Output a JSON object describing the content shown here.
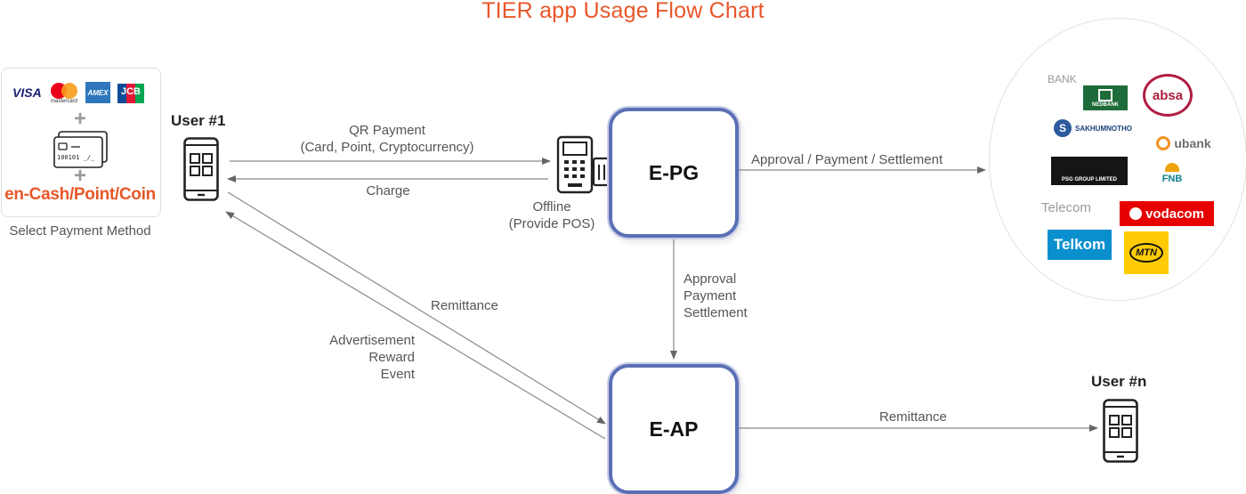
{
  "title": "TIER app Usage Flow Chart",
  "payment_panel": {
    "brands": [
      "VISA",
      "mastercard",
      "AMEX",
      "JCB"
    ],
    "card_number": "100101 _/_",
    "method_text": "en-Cash/Point/Coin",
    "caption": "Select Payment Method",
    "plus_symbol": "+"
  },
  "user1": {
    "label": "User #1"
  },
  "usern": {
    "label": "User #n"
  },
  "nodes": {
    "epg": "E-PG",
    "eap": "E-AP"
  },
  "pos": {
    "line1": "Offline",
    "line2": "(Provide POS)"
  },
  "edges": {
    "qr_line1": "QR Payment",
    "qr_line2": "(Card, Point, Cryptocurrency)",
    "charge": "Charge",
    "approval_settlement": "Approval / Payment / Settlement",
    "vert_line1": "Approval",
    "vert_line2": "Payment",
    "vert_line3": "Settlement",
    "remittance_diag": "Remittance",
    "adv_line1": "Advertisement",
    "adv_line2": "Reward",
    "adv_line3": "Event",
    "remittance_right": "Remittance"
  },
  "partners": {
    "bank_label": "BANK",
    "telecom_label": "Telecom",
    "banks": [
      "NEDBANK",
      "absa",
      "SAKHUMNOTHO",
      "ubank",
      "PSG GROUP LIMITED",
      "FNB"
    ],
    "telecoms": [
      "vodacom",
      "Telkom",
      "MTN"
    ]
  },
  "colors": {
    "accent": "#e8572a",
    "node_border": "#5b6fb5",
    "arrow": "#777777"
  }
}
